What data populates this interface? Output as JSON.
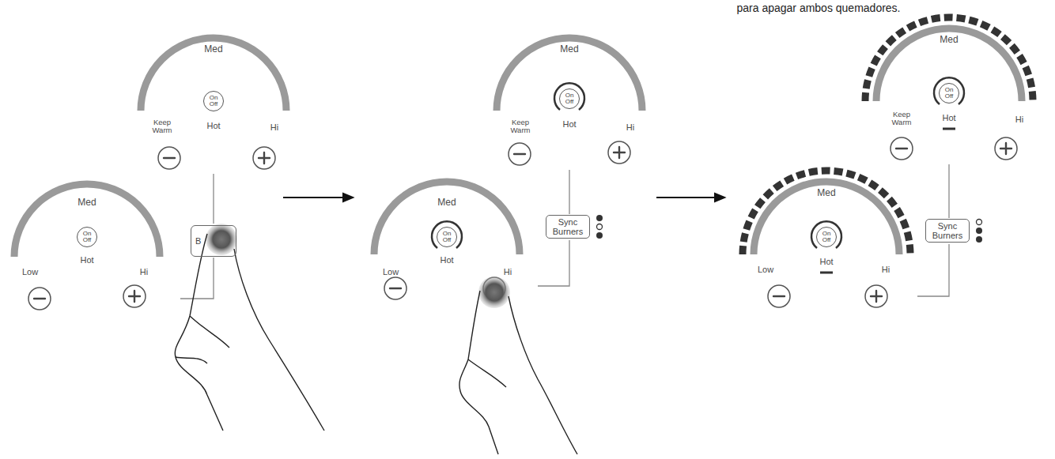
{
  "diagram": {
    "nodes": [
      {
        "text": [
          "On Off"
        ]
      },
      {
        "text": [
          "B"
        ]
      },
      {
        "text": [
          "On Off"
        ]
      },
      {
        "text": [
          "On Off"
        ]
      },
      {
        "text": [
          "Sync Burners"
        ]
      },
      {
        "text": [
          "On Off"
        ]
      },
      {
        "text": [
          "On Off"
        ]
      },
      {
        "text": [
          "Sync Burners"
        ]
      },
      {
        "text": [
          "On Off"
        ]
      }
    ],
    "labels": [
      "para apagar ambos quemadores.",
      "Med",
      "Keep Warm",
      "Hot",
      "Hi",
      "Med",
      "Hot",
      "Low",
      "Hi",
      "Med",
      "Keep Warm",
      "Hot",
      "Hi",
      "Med",
      "Hot",
      "Low",
      "Hi",
      "Med",
      "Keep Warm",
      "Hot",
      "Hi",
      "Med",
      "Hot",
      "Low",
      "Hi"
    ]
  }
}
